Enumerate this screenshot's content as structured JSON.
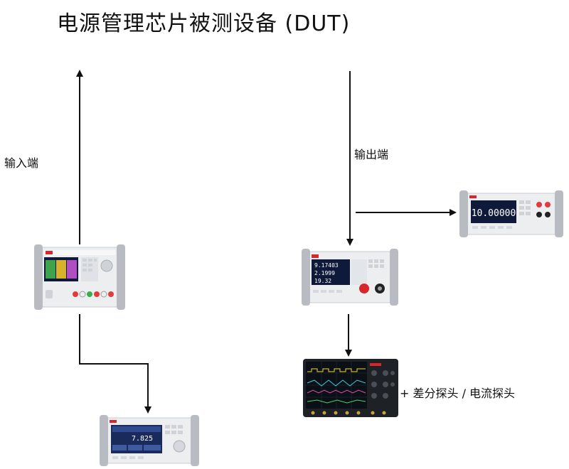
{
  "title": "电源管理芯片被测设备 (DUT)",
  "labels": {
    "input": "输入端",
    "output": "输出端",
    "probes": "+ 差分探头 / 电流探头"
  },
  "devices": {
    "power_supply": {
      "icon": "dc-power-supply-icon"
    },
    "load_top": {
      "icon": "electronic-load-icon",
      "readings": [
        "9.17403",
        "2.1999",
        "19.32"
      ]
    },
    "multimeter": {
      "icon": "digital-multimeter-icon",
      "reading": "10.00000"
    },
    "oscilloscope": {
      "icon": "oscilloscope-icon"
    },
    "load_bottom": {
      "icon": "electronic-load-icon",
      "reading": "7.825"
    }
  },
  "colors": {
    "wire": "#111111",
    "brand_red": "#d9262b",
    "screen_dark": "#0f1a3a"
  }
}
